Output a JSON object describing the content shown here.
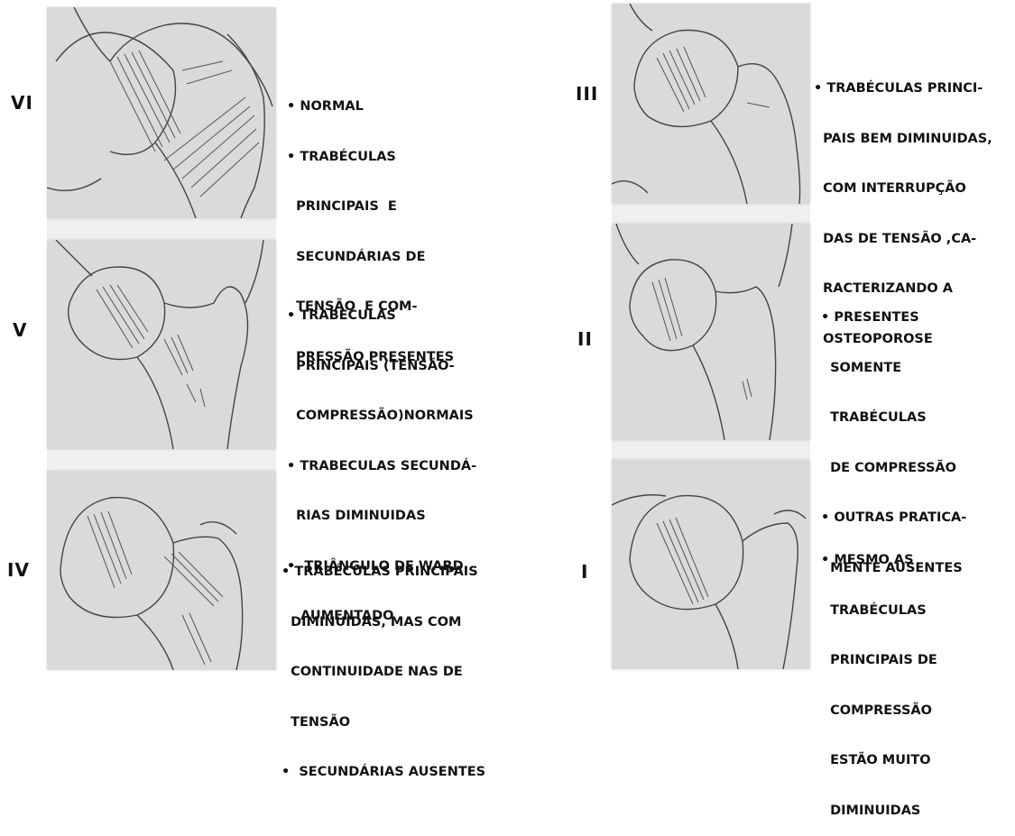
{
  "panels": [
    {
      "grade": "VI",
      "lines": [
        "• NORMAL",
        "• TRABÉCULAS",
        "  PRINCIPAIS  E",
        "  SECUNDÁRIAS DE",
        "  TENSÃO  E COM-",
        "  PRESSÃO PRESENTES"
      ]
    },
    {
      "grade": "V",
      "lines": [
        "• TRABECULAS",
        "  PRINCIPAIS (TENSÃO-",
        "  COMPRESSÃO)NORMAIS",
        "• TRABECULAS SECUNDÁ-",
        "  RIAS DIMINUIDAS",
        "•  TRIÂNGULO DE WARD",
        "   AUMENTADO"
      ]
    },
    {
      "grade": "IV",
      "lines": [
        "• TRABÉCULAS PRINCIPAIS",
        "  DIMINUIDAS, MAS COM",
        "  CONTINUIDADE NAS DE",
        "  TENSÃO",
        "•  SECUNDÁRIAS AUSENTES"
      ]
    },
    {
      "grade": "III",
      "lines": [
        "• TRABÉCULAS PRINCI-",
        "  PAIS BEM DIMINUIDAS,",
        "  COM INTERRUPÇÃO",
        "  DAS DE TENSÃO ,CA-",
        "  RACTERIZANDO A",
        "  OSTEOPOROSE"
      ]
    },
    {
      "grade": "II",
      "lines": [
        "• PRESENTES",
        "  SOMENTE",
        "  TRABÉCULAS",
        "  DE COMPRESSÃO",
        "• OUTRAS PRATICA-",
        "  MENTE AUSENTES"
      ]
    },
    {
      "grade": "I",
      "lines": [
        "• MESMO AS",
        "  TRABÉCULAS",
        "  PRINCIPAIS DE",
        "  COMPRESSÃO",
        "  ESTÃO MUITO",
        "  DIMINUIDAS"
      ]
    }
  ]
}
